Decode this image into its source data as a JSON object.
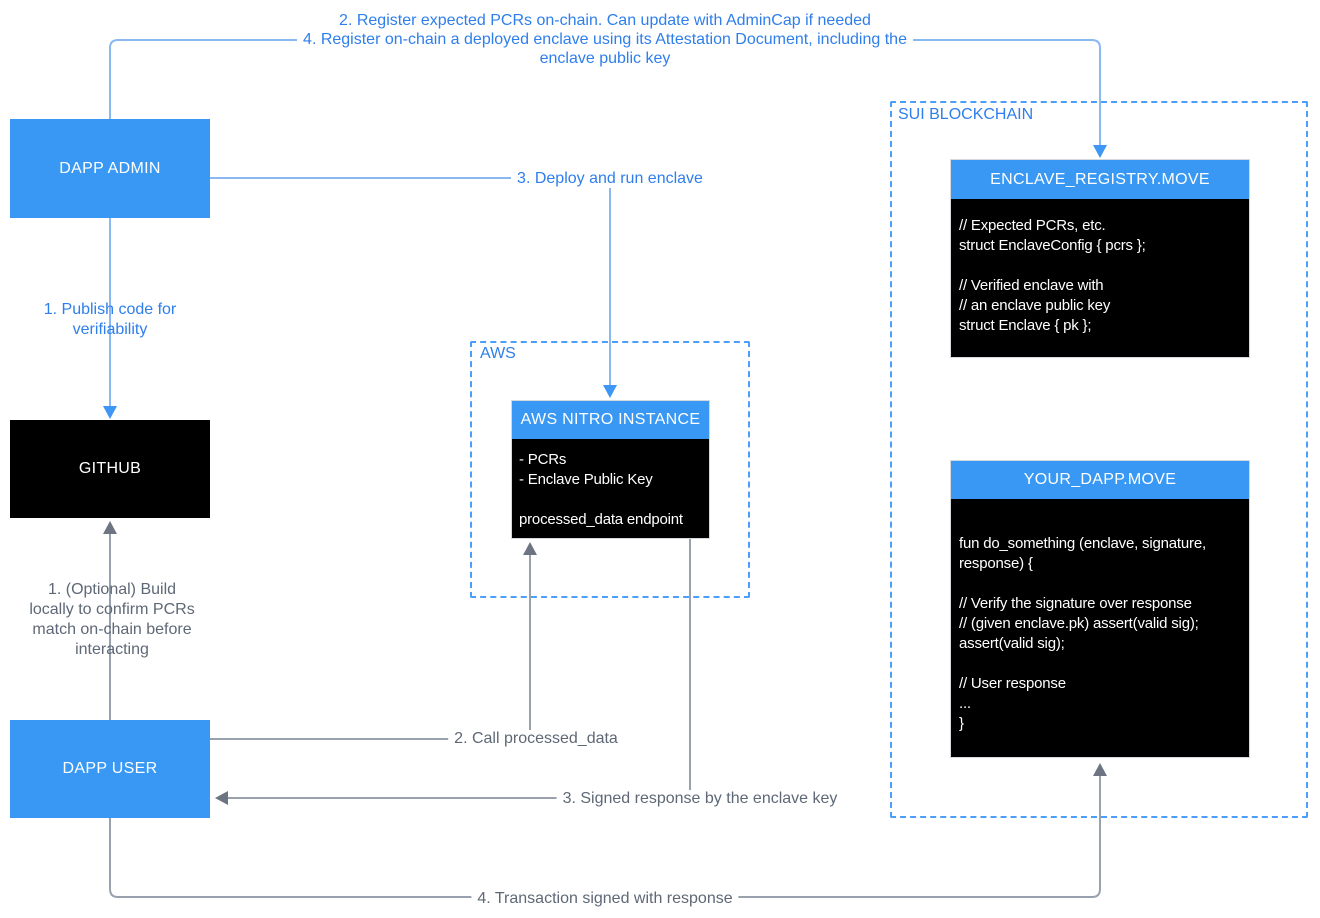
{
  "colors": {
    "box_blue": "#3898F4",
    "box_black": "#000000",
    "label_blue": "#2E7EEC",
    "light_line_blue": "#8AB8F2",
    "arrow_blue": "#3E97F5",
    "line_gray": "#9AA1AE",
    "arrow_gray": "#6D7582",
    "text_gray": "#5E6876",
    "dashed_border_blue": "#4C9EFB"
  },
  "top_annotation": {
    "lines": [
      "2. Register expected PCRs on-chain. Can update with AdminCap if needed",
      "4. Register on-chain a deployed enclave using its Attestation Document, including the",
      "enclave public key"
    ]
  },
  "nodes": {
    "dapp_admin": {
      "label": "DAPP ADMIN"
    },
    "github": {
      "label": "GITHUB"
    },
    "dapp_user": {
      "label": "DAPP USER"
    },
    "aws_group": {
      "label": "AWS"
    },
    "aws_nitro": {
      "title": "AWS NITRO INSTANCE",
      "body_lines": [
        "- PCRs",
        "- Enclave Public Key",
        "",
        "processed_data endpoint"
      ]
    },
    "sui_group": {
      "label": "SUI BLOCKCHAIN"
    },
    "enclave_registry": {
      "title": "ENCLAVE_REGISTRY.MOVE",
      "body_lines": [
        "// Expected PCRs, etc.",
        "struct EnclaveConfig { pcrs };",
        "",
        "// Verified enclave with",
        "// an enclave public key",
        "struct Enclave { pk };"
      ]
    },
    "your_dapp": {
      "title": "YOUR_DAPP.MOVE",
      "body_lines": [
        "fun do_something (enclave, signature,",
        "response) {",
        "",
        "// Verify the signature over response",
        "// (given enclave.pk) assert(valid sig);",
        "assert(valid sig);",
        "",
        "// User response",
        "...",
        "}"
      ]
    }
  },
  "edge_labels": {
    "publish_code": [
      "1. Publish code for",
      "verifiability"
    ],
    "optional_build": [
      "1. (Optional) Build",
      "locally to confirm PCRs",
      "match on-chain before",
      "interacting"
    ],
    "deploy_enclave": "3. Deploy and run enclave",
    "call_processed_data": "2. Call processed_data",
    "signed_response": "3. Signed response by the enclave key",
    "transaction_signed": "4. Transaction signed with response"
  }
}
